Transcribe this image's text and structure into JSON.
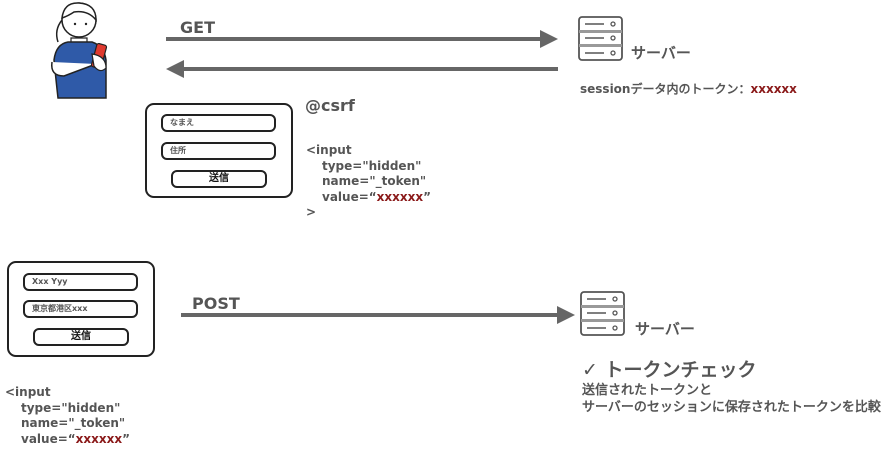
{
  "get_flow": {
    "request_label": "GET",
    "server_label": "サーバー",
    "session_text": "sessionデータ内のトークン：",
    "session_token": "xxxxxx",
    "form": {
      "field1_placeholder": "なまえ",
      "field2_placeholder": "住所",
      "submit_label": "送信"
    },
    "directive": "@csrf",
    "code": {
      "open": "<input",
      "type": "type=\"hidden\"",
      "name": "name=\"_token\"",
      "value_prefix": "value=“",
      "value_token": "xxxxxx",
      "value_suffix": "”",
      "close": ">"
    }
  },
  "post_flow": {
    "request_label": "POST",
    "server_label": "サーバー",
    "form": {
      "field1_value": "Xxx Yyy",
      "field2_value": "東京都港区xxx",
      "submit_label": "送信"
    },
    "check_icon": "✓",
    "check_title": "トークンチェック",
    "check_desc_1": "送信されたトークンと",
    "check_desc_2": "サーバーのセッションに保存されたトークンを比較",
    "code": {
      "open": "<input",
      "type": "type=\"hidden\"",
      "name": "name=\"_token\"",
      "value_prefix": "value=“",
      "value_token": "xxxxxx",
      "value_suffix": "”"
    }
  },
  "colors": {
    "arrow": "#666666",
    "token": "#8b1a1a",
    "shirt": "#2f5aa8",
    "phone": "#e03a2f"
  }
}
